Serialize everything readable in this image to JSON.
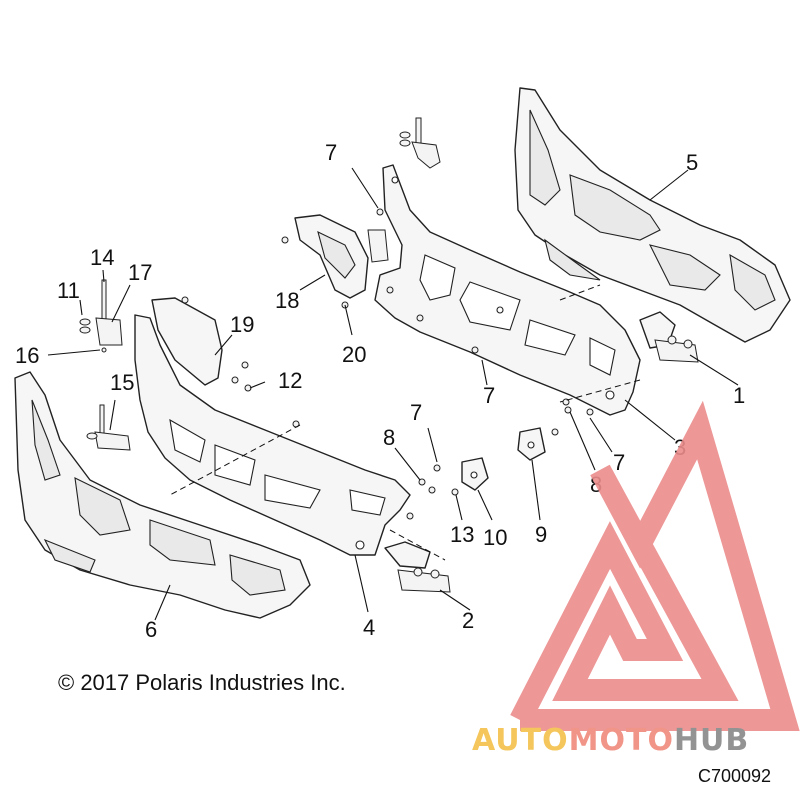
{
  "diagram": {
    "callouts": [
      "1",
      "2",
      "3",
      "4",
      "5",
      "6",
      "7",
      "7",
      "7",
      "7",
      "8",
      "8",
      "9",
      "10",
      "11",
      "12",
      "13",
      "14",
      "15",
      "16",
      "17",
      "18",
      "19",
      "20"
    ],
    "copyright": "© 2017 Polaris Industries Inc.",
    "figure_id": "C700092"
  },
  "watermark": {
    "brand_part1": "AUTO",
    "brand_part2": "MOTO",
    "brand_part3": "HUB",
    "colors": {
      "logo_red": "#ec8c8c",
      "auto": "#f3c04a",
      "moto": "#f08a7c",
      "hub": "#888888"
    }
  }
}
